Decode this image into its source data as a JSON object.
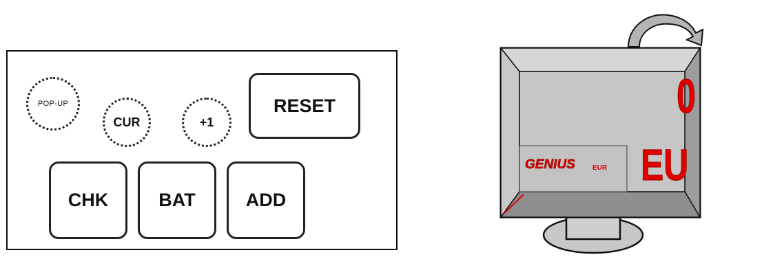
{
  "keypad": {
    "popup_label": "POP-UP",
    "cur_label": "CUR",
    "plus_one_label": "+1",
    "reset_label": "RESET",
    "chk_label": "CHK",
    "bat_label": "BAT",
    "add_label": "ADD"
  },
  "display": {
    "count_value": "0",
    "currency_code": "EU",
    "brand_logo_text": "GENIUS",
    "brand_model_text": "EUR"
  },
  "colors": {
    "display_text": "#e00000",
    "bezel": "#b8b8b8",
    "screen": "#c6c6c6",
    "outline": "#111111"
  },
  "icons": {
    "flip_arrow": "curved-arrow-icon"
  }
}
